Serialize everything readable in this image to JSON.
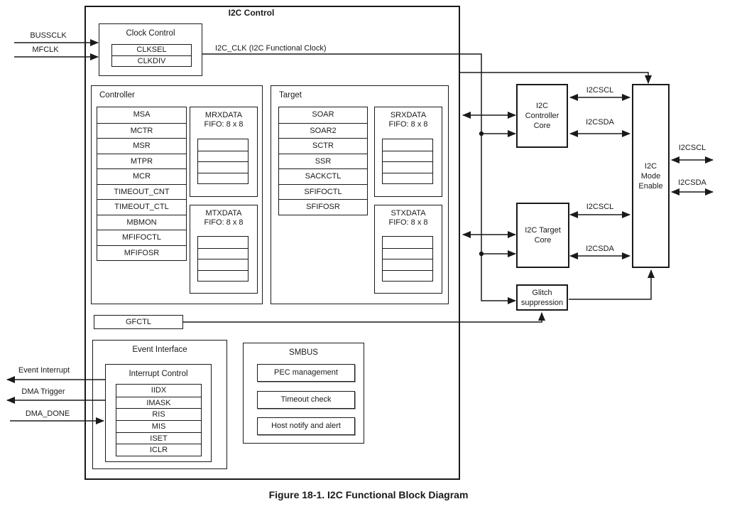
{
  "diagram": {
    "title": "I2C Control",
    "caption": "Figure 18-1. I2C Functional Block Diagram"
  },
  "inputs": {
    "busclk": "BUSSCLK",
    "mfclk": "MFCLK",
    "i2c_clk": "I2C_CLK (I2C Functional Clock)"
  },
  "clock_control": {
    "title": "Clock Control",
    "registers": [
      "CLKSEL",
      "CLKDIV"
    ]
  },
  "controller": {
    "title": "Controller",
    "registers": [
      "MSA",
      "MCTR",
      "MSR",
      "MTPR",
      "MCR",
      "TIMEOUT_CNT",
      "TIMEOUT_CTL",
      "MBMON",
      "MFIFOCTL",
      "MFIFOSR"
    ],
    "rx_fifo": {
      "name": "MRXDATA",
      "size": "FIFO: 8 x 8"
    },
    "tx_fifo": {
      "name": "MTXDATA",
      "size": "FIFO: 8 x 8"
    }
  },
  "target": {
    "title": "Target",
    "registers": [
      "SOAR",
      "SOAR2",
      "SCTR",
      "SSR",
      "SACKCTL",
      "SFIFOCTL",
      "SFIFOSR"
    ],
    "rx_fifo": {
      "name": "SRXDATA",
      "size": "FIFO: 8 x 8"
    },
    "tx_fifo": {
      "name": "STXDATA",
      "size": "FIFO: 8 x 8"
    }
  },
  "gfctl": {
    "label": "GFCTL"
  },
  "event_interface": {
    "title": "Event Interface",
    "interrupt_control": {
      "title": "Interrupt Control",
      "registers": [
        "IIDX",
        "IMASK",
        "RIS",
        "MIS",
        "ISET",
        "ICLR"
      ]
    }
  },
  "smbus": {
    "title": "SMBUS",
    "functions": [
      "PEC management",
      "Timeout check",
      "Host notify and alert"
    ]
  },
  "event_signals": {
    "event_interrupt": "Event Interrupt",
    "dma_trigger": "DMA Trigger",
    "dma_done": "DMA_DONE"
  },
  "cores": {
    "controller_core": "I2C\nController\nCore",
    "target_core": "I2C Target\nCore",
    "glitch_suppression": "Glitch\nsuppression",
    "mode_enable": "I2C\nMode\nEnable"
  },
  "bus_signals": {
    "scl": "I2CSCL",
    "sda": "I2CSDA"
  },
  "colors": {
    "line": "#1a1a1a",
    "text": "#1a1a1a",
    "background": "#ffffff"
  }
}
